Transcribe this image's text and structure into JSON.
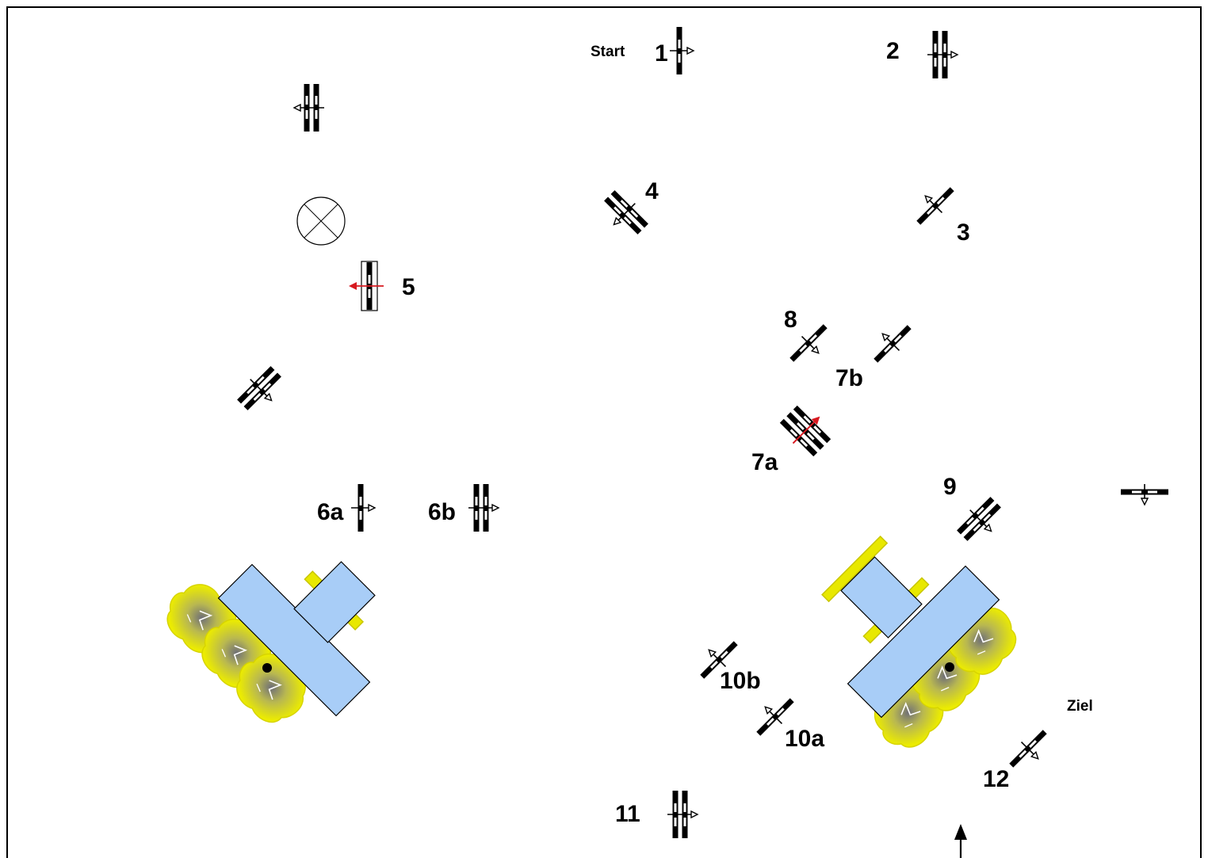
{
  "labels": {
    "start": "Start",
    "finish": "Ziel",
    "n1": "1",
    "n2": "2",
    "n3": "3",
    "n4": "4",
    "n5": "5",
    "n6a": "6a",
    "n6b": "6b",
    "n7a": "7a",
    "n7b": "7b",
    "n8": "8",
    "n9": "9",
    "n10a": "10a",
    "n10b": "10b",
    "n11": "11",
    "n12": "12"
  },
  "colors": {
    "pole": "#000000",
    "highlight_arrow": "#d71920",
    "tree_fill": "#e8e800",
    "building_fill": "#a8cdf7"
  },
  "icons": {
    "unnumbered_double_fence_top_left": "double-fence-icon",
    "marker_circle": "crossed-circle-icon",
    "unnumbered_double_fence_left": "double-fence-icon",
    "unnumbered_horizontal_fence_right": "fence-icon",
    "entry_arrow": "arrow-up-icon"
  }
}
